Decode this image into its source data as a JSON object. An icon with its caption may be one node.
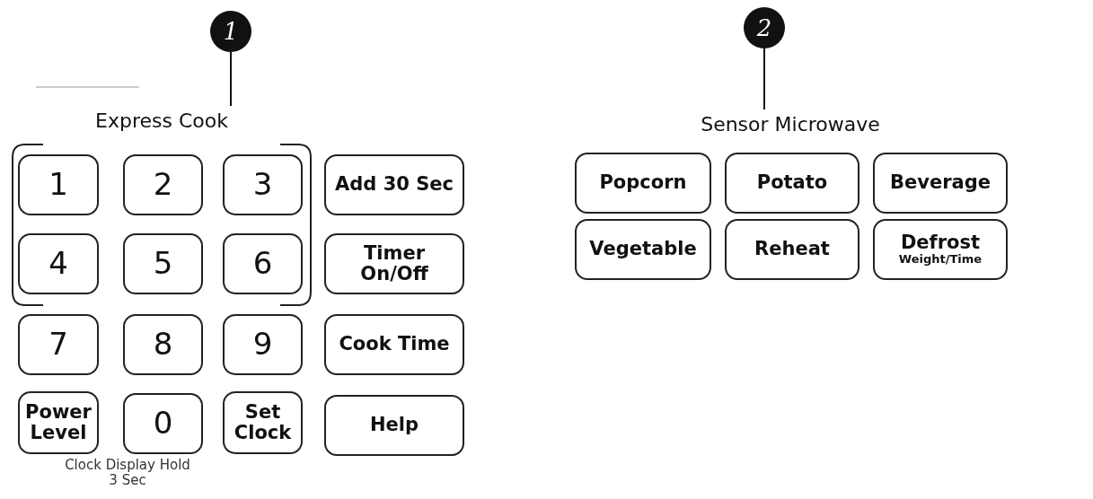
{
  "diagram": {
    "nodes": [
      {
        "text": [
          "1"
        ]
      },
      {
        "text": [
          "Express Cook"
        ]
      },
      {
        "text": [
          "1"
        ]
      },
      {
        "text": [
          "2"
        ]
      },
      {
        "text": [
          "3"
        ]
      },
      {
        "text": [
          "Add 30 Sec"
        ]
      },
      {
        "text": [
          "4"
        ]
      },
      {
        "text": [
          "5"
        ]
      },
      {
        "text": [
          "6"
        ]
      },
      {
        "text": [
          "Timer On/Off"
        ]
      },
      {
        "text": [
          "7"
        ]
      },
      {
        "text": [
          "8"
        ]
      },
      {
        "text": [
          "9"
        ]
      },
      {
        "text": [
          "Cook Time"
        ]
      },
      {
        "text": [
          "Power Level"
        ]
      },
      {
        "text": [
          "0"
        ],
        "beside": [
          "Clock Display Hold 3 Sec"
        ]
      },
      {
        "text": [
          "Set Clock"
        ]
      },
      {
        "text": [
          "Help"
        ]
      },
      {
        "text": [
          "2"
        ]
      },
      {
        "text": [
          "Sensor Microwave"
        ]
      },
      {
        "text": [
          "Popcorn"
        ]
      },
      {
        "text": [
          "Potato"
        ]
      },
      {
        "text": [
          "Beverage"
        ]
      },
      {
        "text": [
          "Vegetable"
        ]
      },
      {
        "text": [
          "Reheat"
        ]
      },
      {
        "text": [
          "Defrost",
          "Weight/Time"
        ]
      }
    ],
    "edges": [
      {
        "from": 0,
        "to": 1,
        "arrow": "none"
      },
      {
        "from": 18,
        "to": 19,
        "arrow": "none"
      }
    ]
  }
}
